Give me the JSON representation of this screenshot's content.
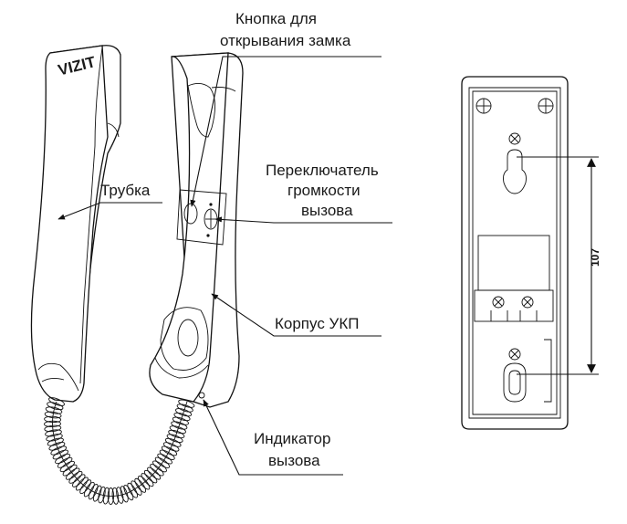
{
  "labels": {
    "lock_button_line1": "Кнопка для",
    "lock_button_line2": "открывания замка",
    "handset": "Трубка",
    "volume_line1": "Переключатель",
    "volume_line2": "громкости",
    "volume_line3": "вызова",
    "body": "Корпус УКП",
    "indicator_line1": "Индикатор",
    "indicator_line2": "вызова"
  },
  "logo_text": "VIZIT",
  "dimension": {
    "value": "107"
  }
}
